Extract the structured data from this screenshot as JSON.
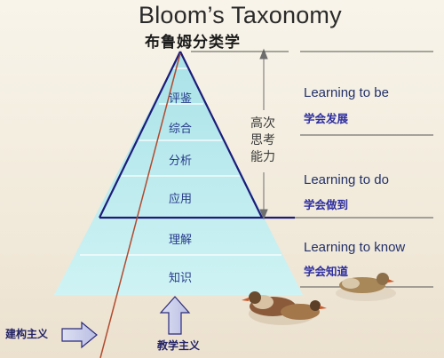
{
  "title": "Bloom’s Taxonomy",
  "subtitle": "布鲁姆分类学",
  "pyramid": {
    "levels": [
      "评鉴",
      "综合",
      "分析",
      "应用",
      "理解",
      "知识"
    ]
  },
  "higher_order": [
    "高次",
    "思考",
    "能力"
  ],
  "goals": [
    {
      "en": "Learning to be",
      "cn": "学会发展"
    },
    {
      "en": "Learning to do",
      "cn": "学会做到"
    },
    {
      "en": "Learning to know",
      "cn": "学会知道"
    }
  ],
  "labels": {
    "constructivism": "建构主义",
    "instructivism": "教学主义"
  },
  "colors": {
    "pyramid_fill": "#c9eef1",
    "pyramid_edge": "#ffffff",
    "outline": "#1c1c7a",
    "diagonal": "#b14a2e",
    "arrow_fill": "#c9c9ea"
  }
}
